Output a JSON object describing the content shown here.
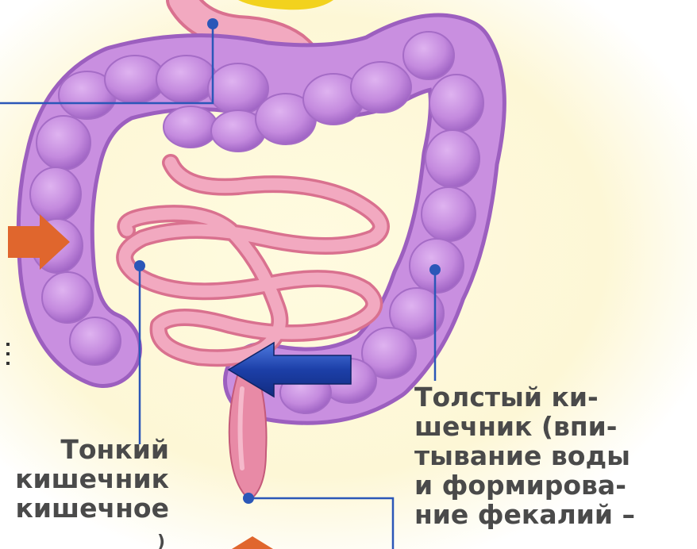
{
  "labels": {
    "small_intestine": [
      "Тонкий",
      "кишечник",
      "кишечное",
      ")"
    ],
    "large_intestine": [
      "Толстый ки-",
      "шечник (впи-",
      "тывание воды",
      "и формирова-",
      "ние фекалий –"
    ]
  },
  "colors": {
    "background": "#fdfbe6",
    "colon": "#c98fe0",
    "colon_shade": "#9c5fbf",
    "small_intestine": "#f2a9c0",
    "small_intestine_edge": "#d9718f",
    "pointer_line": "#2b57b8",
    "arrow_blue": "#1c3fa8",
    "arrow_orange": "#e0662d",
    "text": "#4a4a4a"
  },
  "icons": [
    "arrow-right-icon",
    "arrow-left-icon",
    "arrow-up-icon"
  ]
}
